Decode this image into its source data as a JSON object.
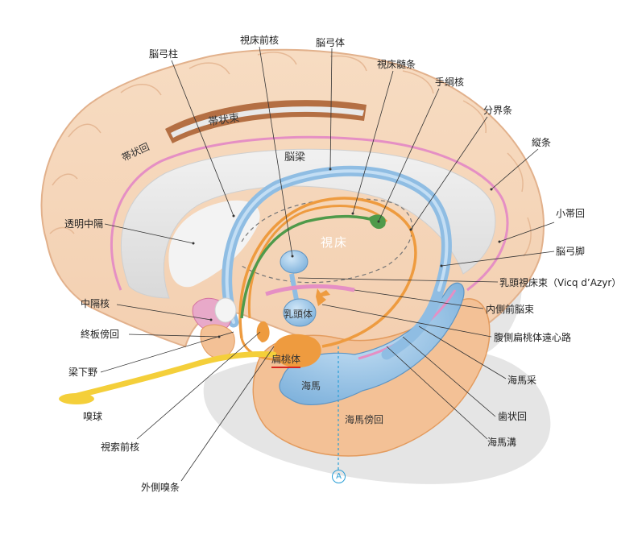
{
  "colors": {
    "cortex": "#f6d8bd",
    "cortex_outline": "#e7b994",
    "corpus_callosum": "#e6e6e6",
    "fornix": "#8fbde3",
    "orange_tract": "#ee9b3f",
    "green_tract": "#4f9a4a",
    "pink_tract": "#e68cc2",
    "olfactory": "#f4cf3a",
    "marker": "#2a9fd6",
    "amygdala_underline": "#d8261f"
  },
  "labels_top": {
    "fornix_column": "脳弓柱",
    "anterior_thalamic_nucleus": "視床前核",
    "fornix_body": "脳弓体",
    "stria_medullaris": "視床髄条",
    "habenular_nucleus": "手綱核",
    "stria_terminalis": "分界条",
    "longitudinal_stria": "縦条"
  },
  "labels_left": {
    "septum_pellucidum": "透明中隔",
    "septal_nucleus": "中隔核",
    "paraterminal_gyrus": "終板傍回",
    "hypothalamus": "梁下野",
    "olfactory_bulb": "嗅球",
    "anterior_olfactory_nucleus": "視索前核",
    "lateral_olfactory_stria": "外側嗅条"
  },
  "labels_right": {
    "fasciolar_gyrus": "小帯回",
    "crus_of_fornix": "脳弓脚",
    "mammillothalamic_tract": "乳頭視床束（Vicq d’Azyr）",
    "medial_forebrain_bundle": "内側前脳束",
    "ventral_amygdalofugal": "腹側扁桃体遠心路",
    "fimbria": "海馬采",
    "dentate_gyrus": "歯状回",
    "hippocampal_sulcus": "海馬溝"
  },
  "labels_inner": {
    "cingulum": "帯状束",
    "cingulate_gyrus": "帯状回",
    "corpus_callosum": "脳梁",
    "thalamus": "視床",
    "mammillary_body": "乳頭体",
    "amygdala": "扁桃体",
    "hippocampus": "海馬",
    "parahippocampal_gyrus": "海馬傍回"
  },
  "section_marker": "A"
}
